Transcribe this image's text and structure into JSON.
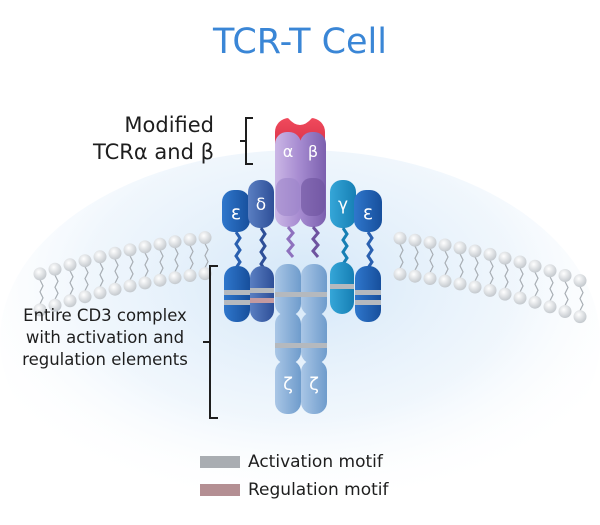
{
  "title": "TCR-T Cell",
  "labels": {
    "modified_line1": "Modified",
    "modified_line2": "TCRα and β",
    "cd3_line1": "Entire CD3 complex",
    "cd3_line2": "with activation and",
    "cd3_line3": "regulation elements"
  },
  "chains": {
    "alpha": "α",
    "beta": "β",
    "epsilon": "ε",
    "delta": "δ",
    "gamma": "γ",
    "zeta": "ζ"
  },
  "legend": [
    {
      "label": "Activation motif",
      "color": "#a9adb2"
    },
    {
      "label": "Regulation motif",
      "color": "#b48f93"
    }
  ],
  "colors": {
    "title": "#3a86d6",
    "tcr_top": "#e0304a",
    "tcr_alpha": "#b89fd8",
    "tcr_beta": "#9a7fc4",
    "epsilon": "#1f5fb2",
    "delta": "#3a66ae",
    "gamma": "#1f8fc4",
    "zeta": "#7aa7d4",
    "membrane_bead": "#d9dde1"
  }
}
